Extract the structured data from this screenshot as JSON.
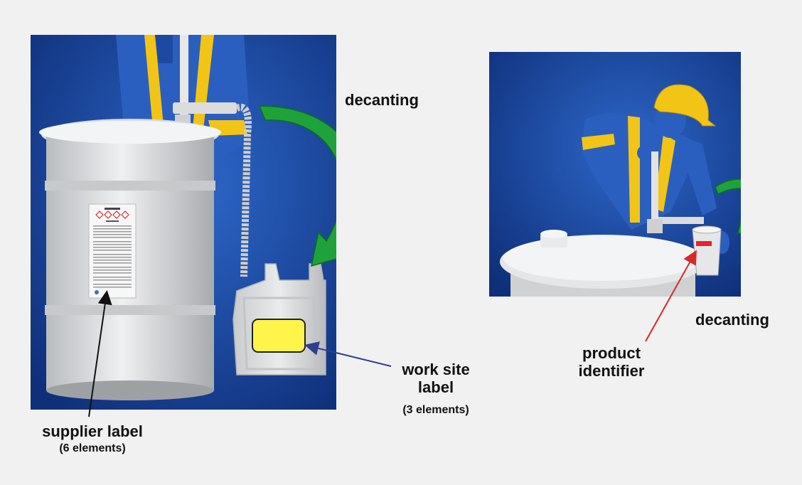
{
  "labels": {
    "decanting_left": "decanting",
    "decanting_right": "decanting",
    "work_site_label_line1": "work site",
    "work_site_label_line2": "label",
    "work_site_elements": "(3 elements)",
    "supplier_label": "supplier label",
    "supplier_elements": "(6 elements)",
    "product_identifier_line1": "product",
    "product_identifier_line2": "identifier"
  },
  "colors": {
    "background": "#f1f1f1",
    "scene_blue": "#1f4fa6",
    "arrow_green": "#1fa23a",
    "worksite_label_yellow": "#fff44a",
    "product_marker_red": "#e3262a",
    "pointer_blue": "#2f3f8f",
    "pointer_red": "#d62a2a"
  },
  "icons": {
    "left_scene": "worker-decanting-drum-to-jerrycan-illustration",
    "right_scene": "worker-decanting-drum-to-cup-illustration"
  }
}
